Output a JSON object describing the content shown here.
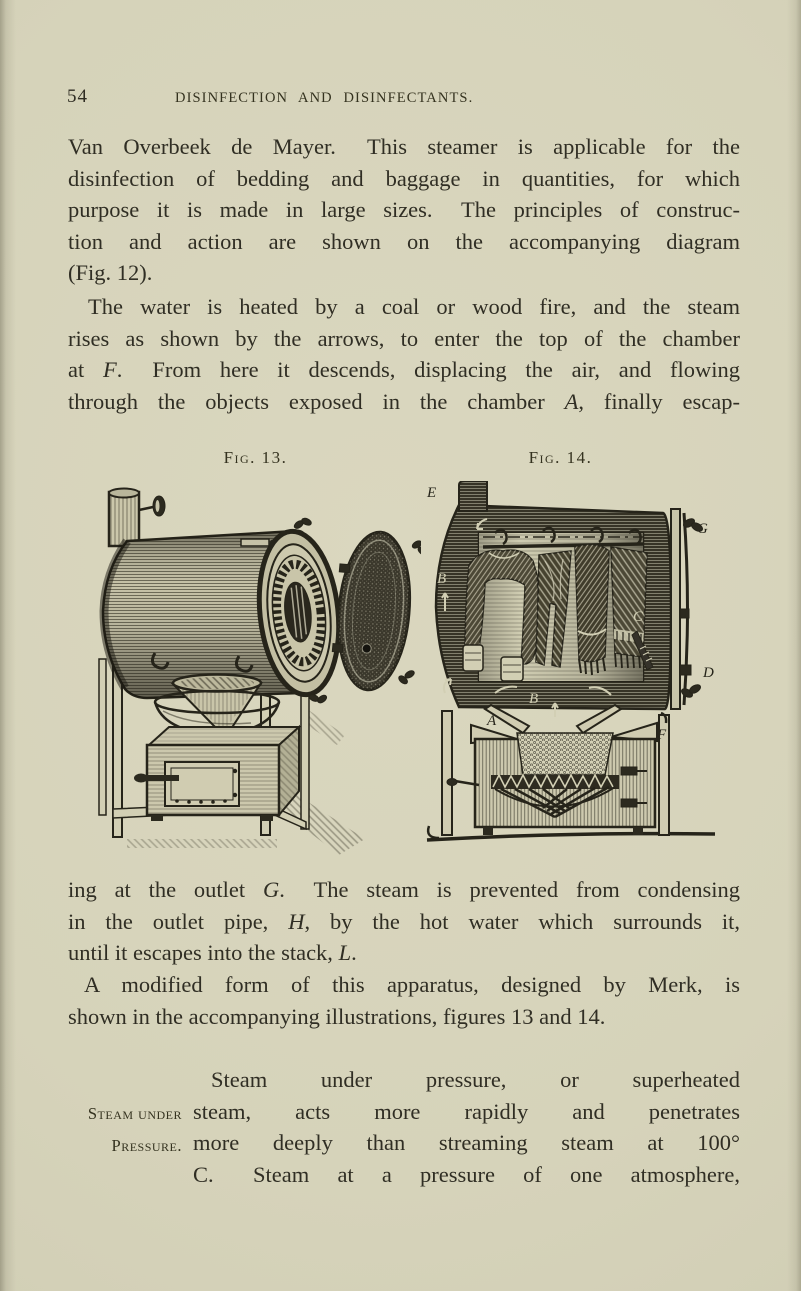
{
  "page": {
    "number": "54",
    "running_header": "DISINFECTION  AND  DISINFECTANTS."
  },
  "body": {
    "p1": {
      "lines": [
        {
          "seg": [
            {
              "t": "Van Overbeek de Mayer.  This steamer is applicable for the"
            }
          ]
        },
        {
          "seg": [
            {
              "t": "disinfection of bedding and baggage in quantities, for which"
            }
          ]
        },
        {
          "seg": [
            {
              "t": "purpose it is made in large sizes.  The principles of construc-"
            }
          ]
        },
        {
          "seg": [
            {
              "t": "tion and action are shown on the accompanying diagram"
            }
          ]
        },
        {
          "seg": [
            {
              "t": "(Fig. 12)."
            }
          ],
          "last": true
        }
      ]
    },
    "p2": {
      "lines": [
        {
          "seg": [
            {
              "t": "The water is heated by a coal or wood fire, and the steam"
            }
          ],
          "indent": 20
        },
        {
          "seg": [
            {
              "t": "rises as shown by the arrows, to enter the top of the chamber"
            }
          ]
        },
        {
          "seg": [
            {
              "t": "at "
            },
            {
              "t": "F",
              "it": true
            },
            {
              "t": ".  From here it descends, displacing the air, and flowing"
            }
          ]
        },
        {
          "seg": [
            {
              "t": "through the objects exposed in the chamber "
            },
            {
              "t": "A",
              "it": true
            },
            {
              "t": ", finally escap-"
            }
          ]
        }
      ]
    },
    "p3": {
      "lines": [
        {
          "seg": [
            {
              "t": "ing at the outlet "
            },
            {
              "t": "G",
              "it": true
            },
            {
              "t": ".  The steam is prevented from condensing"
            }
          ]
        },
        {
          "seg": [
            {
              "t": "in the outlet pipe, "
            },
            {
              "t": "H",
              "it": true
            },
            {
              "t": ", by the hot water which surrounds it,"
            }
          ]
        },
        {
          "seg": [
            {
              "t": "until it escapes into the stack, "
            },
            {
              "t": "L",
              "it": true
            },
            {
              "t": "."
            }
          ],
          "last": true
        }
      ]
    },
    "p4": {
      "lines": [
        {
          "seg": [
            {
              "t": "A modified form of this apparatus, designed by Merk, is"
            }
          ],
          "indent": 16
        },
        {
          "seg": [
            {
              "t": "shown in the accompanying illustrations, figures 13 and 14."
            }
          ],
          "last": true
        }
      ]
    },
    "p5": {
      "lines": [
        {
          "seg": [
            {
              "t": "Steam under pressure, or superheated"
            }
          ],
          "indent": 18
        },
        {
          "seg": [
            {
              "t": "steam, acts more rapidly and penetrates"
            }
          ]
        },
        {
          "seg": [
            {
              "t": "more deeply than streaming steam at 100°"
            }
          ]
        },
        {
          "seg": [
            {
              "t": "C.  Steam at a pressure of one atmosphere,"
            }
          ]
        }
      ]
    }
  },
  "sidenote": {
    "lines": [
      {
        "seg": [
          {
            "t": "Steam under"
          }
        ],
        "last": true
      },
      {
        "seg": [
          {
            "t": "Pressure."
          }
        ],
        "last": true
      }
    ]
  },
  "figures": {
    "fig13": {
      "caption": "Fig. 13."
    },
    "fig14": {
      "caption": "Fig. 14."
    }
  },
  "fig14_labels": {
    "e": "E",
    "g": "G",
    "b_wall": "B",
    "c": "C",
    "d": "D",
    "f": "F",
    "a": "A",
    "b_floor": "B"
  },
  "colors": {
    "paper": "#d6d3ba",
    "ink": "#2f2d23"
  }
}
